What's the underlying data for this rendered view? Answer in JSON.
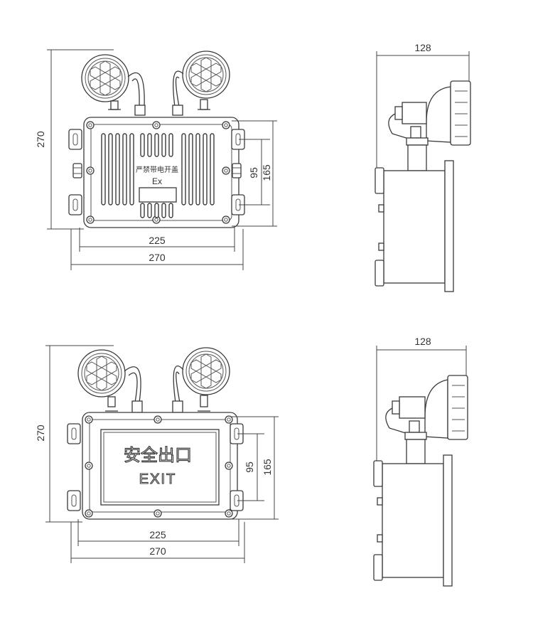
{
  "colors": {
    "line": "#3a3a3a",
    "background": "#ffffff",
    "text": "#333333"
  },
  "top_front": {
    "dims": {
      "height_overall": "270",
      "bolt_spacing_inner": "95",
      "bolt_spacing_outer": "165",
      "width_inner": "225",
      "width_overall": "270"
    },
    "cover_warning": "严禁带电开盖",
    "ex_mark": "Ex"
  },
  "top_side": {
    "dims": {
      "depth": "128"
    }
  },
  "bottom_front": {
    "dims": {
      "height_overall": "270",
      "bolt_spacing_inner": "95",
      "bolt_spacing_outer": "165",
      "width_inner": "225",
      "width_overall": "270"
    },
    "sign_cn": "安全出口",
    "sign_en": "EXIT"
  },
  "bottom_side": {
    "dims": {
      "depth": "128"
    }
  }
}
